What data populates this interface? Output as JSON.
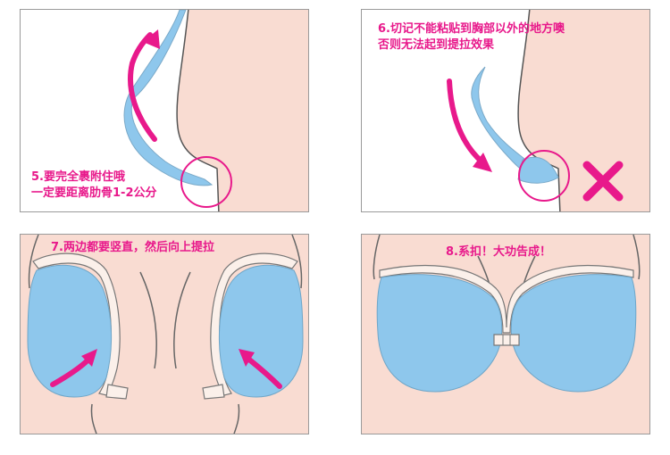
{
  "panels": [
    {
      "step": "5",
      "caption_lines": [
        "5.要完全裹附住哦",
        "一定要距离肋骨1-2公分"
      ]
    },
    {
      "step": "6",
      "caption_lines": [
        "6.切记不能粘贴到胸部以外的地方噢",
        "否则无法起到提拉效果"
      ]
    },
    {
      "step": "7",
      "caption_lines": [
        "7.两边都要竖直，然后向上提拉"
      ]
    },
    {
      "step": "8",
      "caption_lines": [
        "8.系扣！大功告成！"
      ]
    }
  ],
  "colors": {
    "caption": "#e8198b",
    "skin": "#f9dcd2",
    "cup": "#8ec7ec",
    "arrow": "#e8198b",
    "cross": "#e8198b"
  },
  "icons": [
    "curved-arrow-icon",
    "cross-mark-icon",
    "highlight-circle-icon"
  ]
}
